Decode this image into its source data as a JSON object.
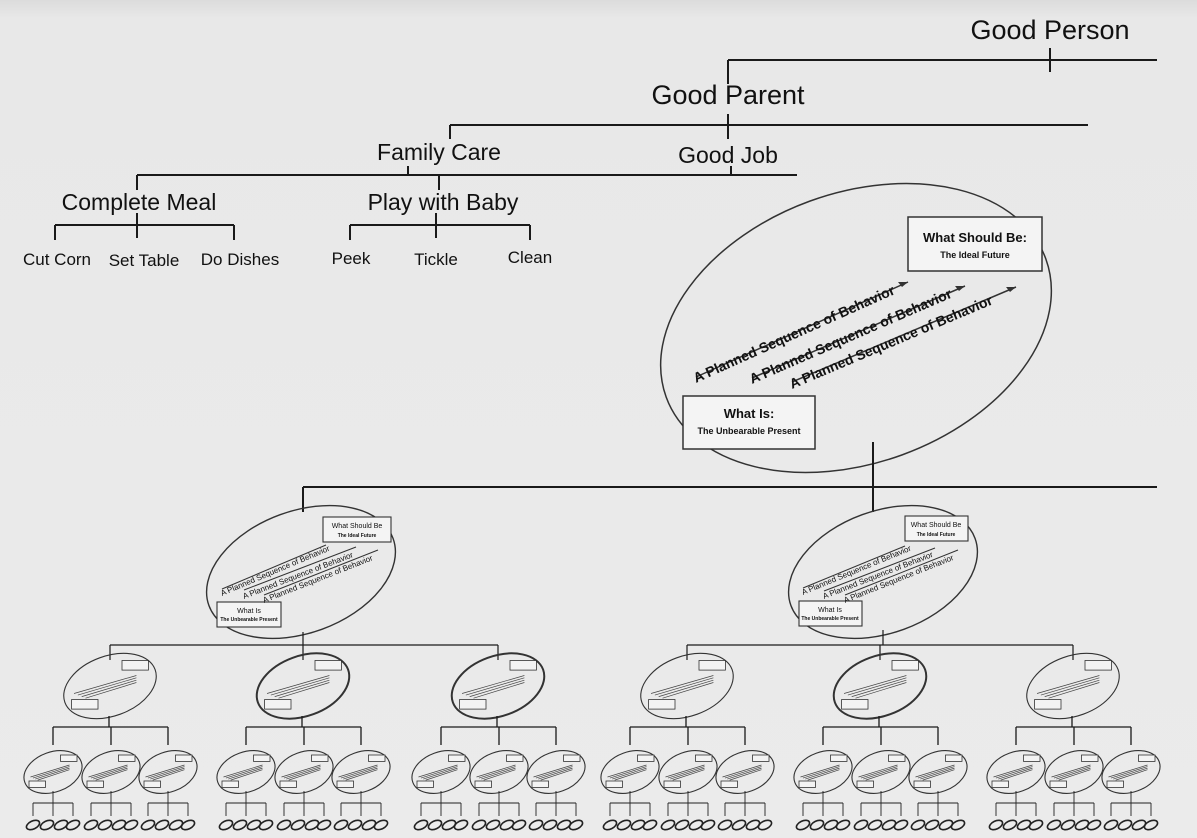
{
  "hierarchy": {
    "good_person": "Good Person",
    "good_parent": "Good Parent",
    "family_care": "Family Care",
    "good_job": "Good Job",
    "complete_meal": "Complete Meal",
    "play_with_baby": "Play with Baby",
    "meal_tasks": [
      "Cut Corn",
      "Set Table",
      "Do Dishes"
    ],
    "baby_tasks": [
      "Peek",
      "Tickle",
      "Clean"
    ]
  },
  "plan": {
    "what_should_be_title": "What Should Be:",
    "what_should_be_sub": "The Ideal Future",
    "what_is_title": "What Is:",
    "what_is_sub": "The Unbearable Present",
    "sequence_label": "A Planned Sequence of Behavior",
    "small_should_be_title": "What Should Be",
    "small_should_be_sub": "The Ideal Future",
    "small_is_title": "What Is",
    "small_is_sub": "The Unbearable Present"
  }
}
